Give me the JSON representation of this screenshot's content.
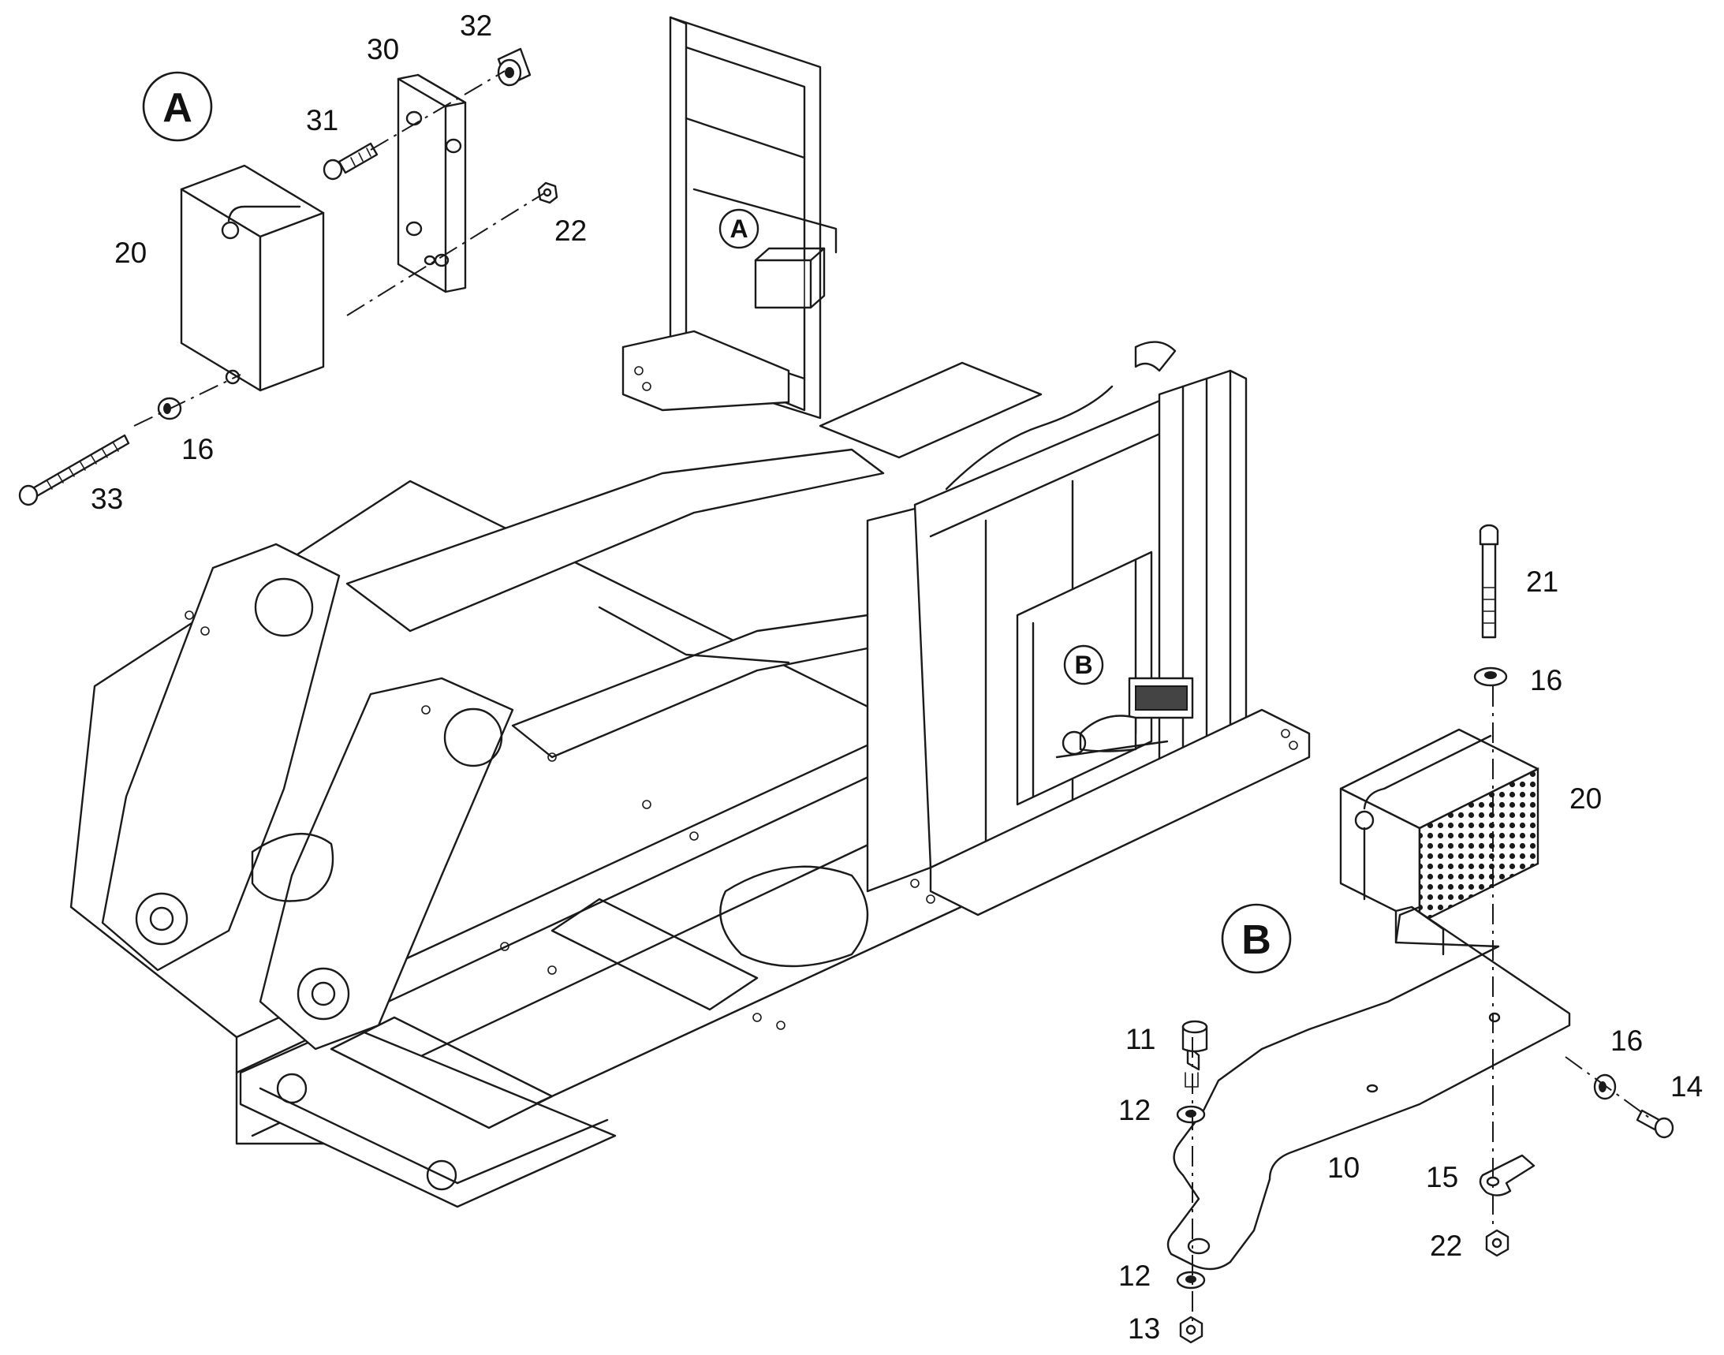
{
  "callouts": {
    "detail_a": "A",
    "detail_b": "B",
    "ref_a": "A",
    "ref_b": "B"
  },
  "parts": {
    "p10": "10",
    "p11": "11",
    "p12_top": "12",
    "p12_bottom": "12",
    "p13": "13",
    "p14": "14",
    "p15": "15",
    "p16_a": "16",
    "p16_b_top": "16",
    "p16_b_side": "16",
    "p20_a": "20",
    "p20_b": "20",
    "p21": "21",
    "p22_a": "22",
    "p22_b": "22",
    "p30": "30",
    "p31": "31",
    "p32": "32",
    "p33": "33"
  }
}
